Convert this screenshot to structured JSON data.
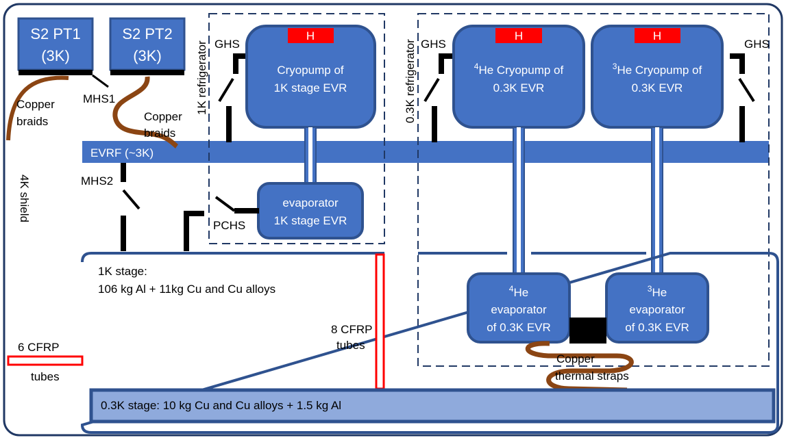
{
  "pulse_tubes": {
    "pt1_line1": "S2 PT1",
    "pt1_line2": "(3K)",
    "pt2_line1": "S2 PT2",
    "pt2_line2": "(3K)"
  },
  "left": {
    "copper_braids_1": "Copper",
    "copper_braids_2": "braids",
    "mhs1": "MHS1",
    "copper_braids2_1": "Copper",
    "copper_braids2_2": "braids",
    "shield": "4K shield",
    "mhs2": "MHS2",
    "cfrp6_1": "6 CFRP",
    "cfrp6_2": "tubes"
  },
  "evrf": {
    "label": "EVRF (~3K)"
  },
  "refrigerator_1k": {
    "title": "1K refrigerator",
    "ghs": "GHS",
    "heater": "H",
    "cryopump_1": "Cryopump of",
    "cryopump_2": "1K stage EVR",
    "evaporator_1": "evaporator",
    "evaporator_2": "1K stage EVR",
    "pchs": "PCHS"
  },
  "refrigerator_03k": {
    "title": "0.3K refrigerator",
    "ghs_left": "GHS",
    "ghs_right": "GHS",
    "heater_he4": "H",
    "heater_he3": "H",
    "he4_cryo_sup": "4",
    "he4_cryo_1": "He Cryopump of",
    "he4_cryo_2": "0.3K EVR",
    "he3_cryo_sup": "3",
    "he3_cryo_1": "He Cryopump of",
    "he3_cryo_2": "0.3K EVR",
    "he4_evap_sup": "4",
    "he4_evap_1": "He",
    "he4_evap_2": "evaporator",
    "he4_evap_3": "of 0.3K EVR",
    "he3_evap_sup": "3",
    "he3_evap_1": "He",
    "he3_evap_2": "evaporator",
    "he3_evap_3": "of 0.3K EVR",
    "straps_1": "Copper",
    "straps_2": "thermal straps"
  },
  "stage_1k": {
    "line1": "1K stage:",
    "line2": "106 kg Al + 11kg Cu and Cu alloys",
    "cfrp8_1": "8 CFRP",
    "cfrp8_2": "tubes"
  },
  "stage_03k": {
    "label": "0.3K stage: 10 kg Cu and Cu alloys + 1.5 kg Al"
  },
  "colors": {
    "box_fill": "#4472c4",
    "box_stroke": "#2f528f",
    "stage_03k_fill": "#8faadc",
    "heater": "#ff0000",
    "copper": "#8b4513",
    "frame": "#203864"
  }
}
